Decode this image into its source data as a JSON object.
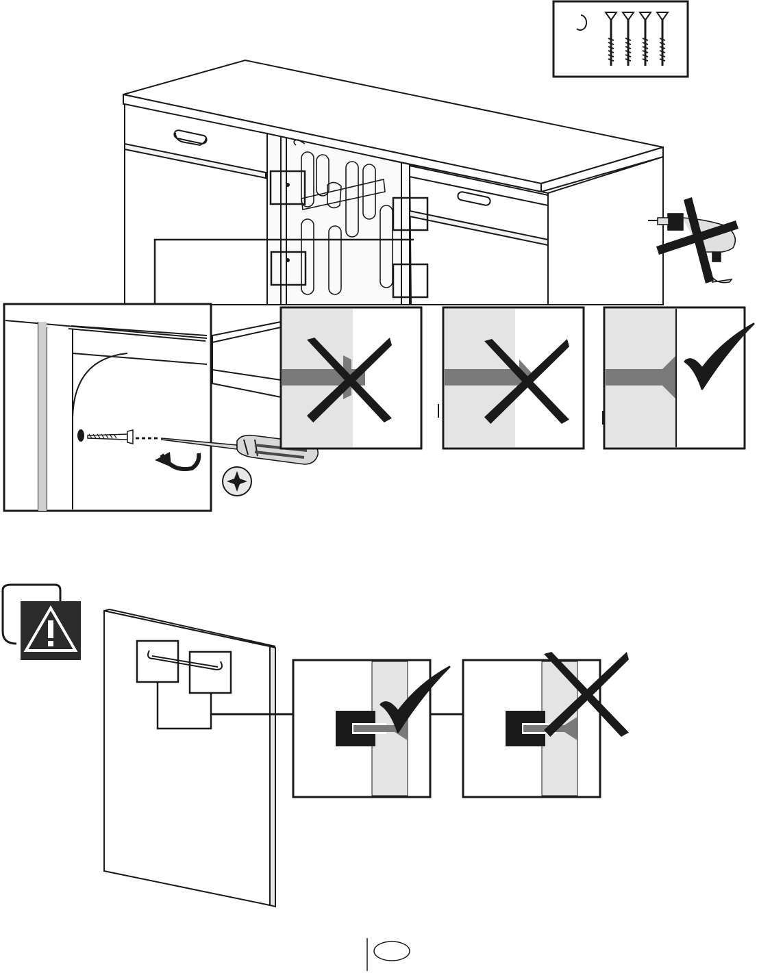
{
  "page": {
    "page_number": ""
  },
  "figure_top": {
    "parts_box": {
      "screw_count": 4,
      "includes_clip": true
    },
    "steps": {
      "screw_fixing": {
        "screw_head": "phillips"
      },
      "flush_check": [
        {
          "status": "incorrect"
        },
        {
          "status": "incorrect"
        },
        {
          "status": "correct"
        }
      ],
      "power_drill": {
        "status": "not-allowed"
      }
    }
  },
  "figure_bottom": {
    "warning": {
      "icon": "warning-triangle-icon"
    },
    "hook_check": [
      {
        "status": "correct"
      },
      {
        "status": "incorrect"
      }
    ]
  },
  "colors": {
    "line": "#1a1a1a",
    "light_gray": "#e4e4e4",
    "mid_gray": "#7a7a7a",
    "dark_gray": "#4a4a4a",
    "warning_bg": "#2b2b2b"
  }
}
